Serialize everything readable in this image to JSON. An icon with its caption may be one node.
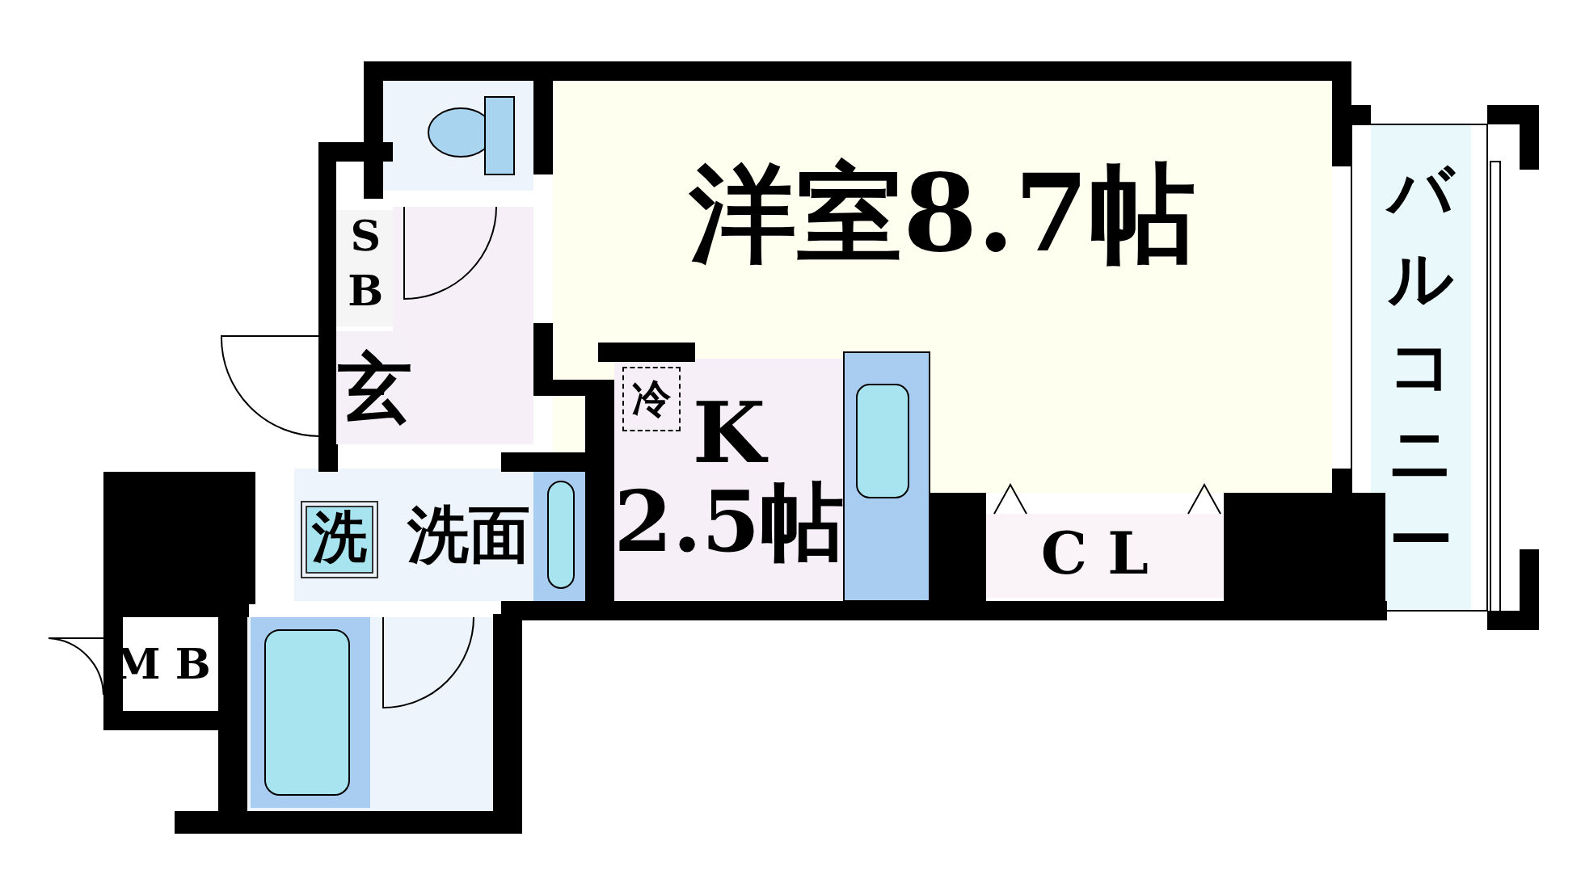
{
  "diagram": {
    "nodes": [
      {
        "text": [
          "洋室8.7帖"
        ]
      },
      {
        "text": [
          "バルコニー"
        ]
      },
      {
        "text": [
          "K",
          "2.5帖"
        ]
      },
      {
        "text": [
          "冷"
        ],
        "in": 2
      },
      {
        "text": [
          "CL"
        ]
      },
      {
        "text": [
          "SB"
        ]
      },
      {
        "text": [
          "玄"
        ]
      },
      {
        "text": [
          "洗面"
        ]
      },
      {
        "text": [
          "洗"
        ],
        "in": 7
      },
      {
        "text": [
          "MB"
        ]
      }
    ]
  }
}
